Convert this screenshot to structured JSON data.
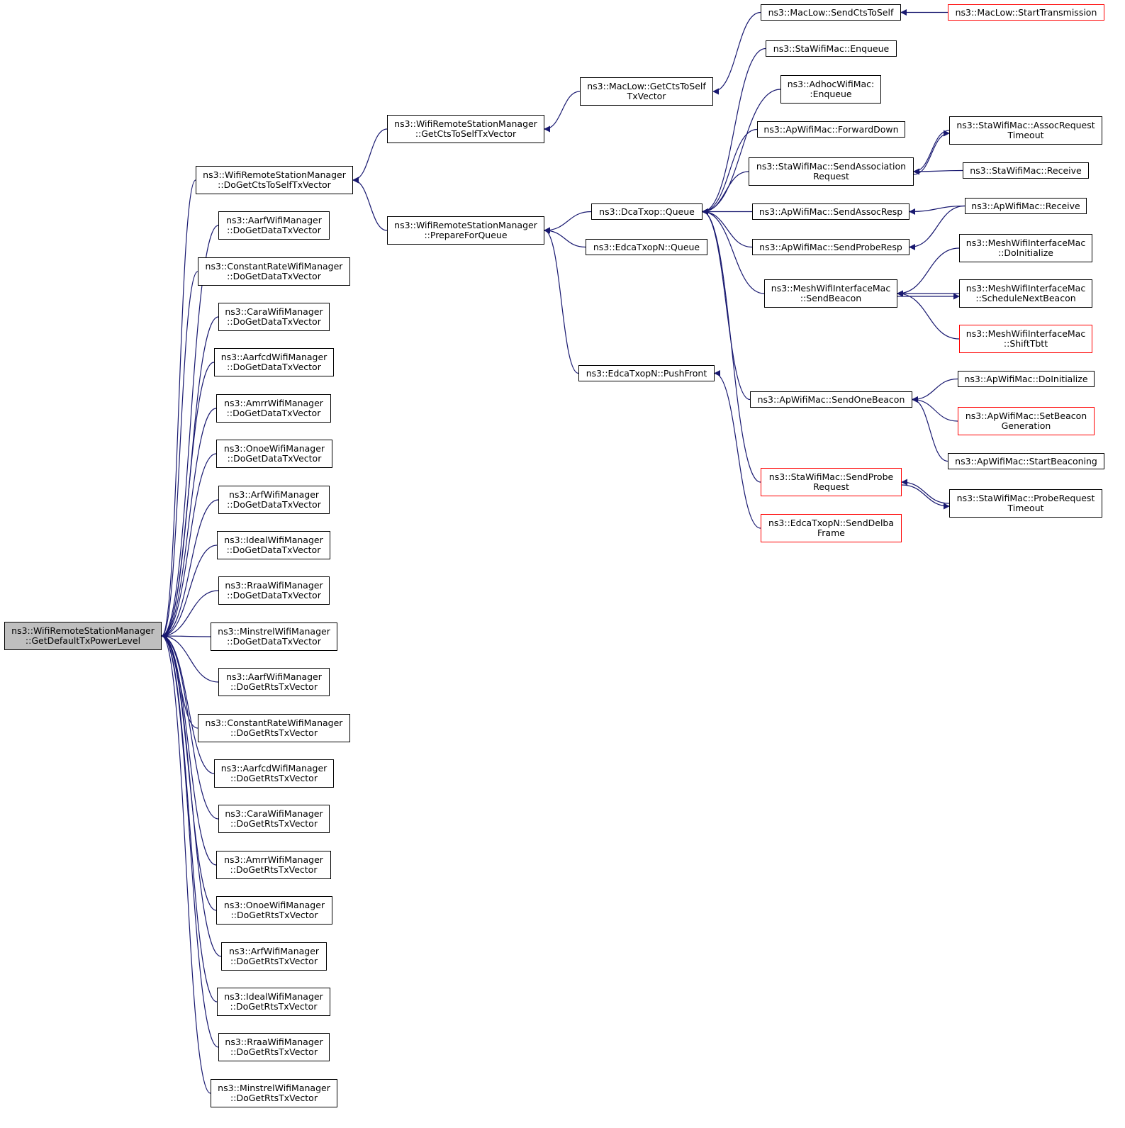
{
  "colors": {
    "edge": "#191970",
    "box_border": "#000000",
    "truncated_border": "#ff0000",
    "root_fill": "#bfbfbf"
  },
  "nodes": [
    {
      "id": "root",
      "lines": [
        "ns3::WifiRemoteStationManager",
        "::GetDefaultTxPowerLevel"
      ],
      "root": true
    },
    {
      "id": "doGetCts",
      "lines": [
        "ns3::WifiRemoteStationManager",
        "::DoGetCtsToSelfTxVector"
      ]
    },
    {
      "id": "aarfData",
      "lines": [
        "ns3::AarfWifiManager",
        "::DoGetDataTxVector"
      ]
    },
    {
      "id": "constData",
      "lines": [
        "ns3::ConstantRateWifiManager",
        "::DoGetDataTxVector"
      ]
    },
    {
      "id": "caraData",
      "lines": [
        "ns3::CaraWifiManager",
        "::DoGetDataTxVector"
      ]
    },
    {
      "id": "aarfcdData",
      "lines": [
        "ns3::AarfcdWifiManager",
        "::DoGetDataTxVector"
      ]
    },
    {
      "id": "amrrData",
      "lines": [
        "ns3::AmrrWifiManager",
        "::DoGetDataTxVector"
      ]
    },
    {
      "id": "onoeData",
      "lines": [
        "ns3::OnoeWifiManager",
        "::DoGetDataTxVector"
      ]
    },
    {
      "id": "arfData",
      "lines": [
        "ns3::ArfWifiManager",
        "::DoGetDataTxVector"
      ]
    },
    {
      "id": "idealData",
      "lines": [
        "ns3::IdealWifiManager",
        "::DoGetDataTxVector"
      ]
    },
    {
      "id": "rraaData",
      "lines": [
        "ns3::RraaWifiManager",
        "::DoGetDataTxVector"
      ]
    },
    {
      "id": "minstrelData",
      "lines": [
        "ns3::MinstrelWifiManager",
        "::DoGetDataTxVector"
      ]
    },
    {
      "id": "aarfRts",
      "lines": [
        "ns3::AarfWifiManager",
        "::DoGetRtsTxVector"
      ]
    },
    {
      "id": "constRts",
      "lines": [
        "ns3::ConstantRateWifiManager",
        "::DoGetRtsTxVector"
      ]
    },
    {
      "id": "aarfcdRts",
      "lines": [
        "ns3::AarfcdWifiManager",
        "::DoGetRtsTxVector"
      ]
    },
    {
      "id": "caraRts",
      "lines": [
        "ns3::CaraWifiManager",
        "::DoGetRtsTxVector"
      ]
    },
    {
      "id": "amrrRts",
      "lines": [
        "ns3::AmrrWifiManager",
        "::DoGetRtsTxVector"
      ]
    },
    {
      "id": "onoeRts",
      "lines": [
        "ns3::OnoeWifiManager",
        "::DoGetRtsTxVector"
      ]
    },
    {
      "id": "arfRts",
      "lines": [
        "ns3::ArfWifiManager",
        "::DoGetRtsTxVector"
      ]
    },
    {
      "id": "idealRts",
      "lines": [
        "ns3::IdealWifiManager",
        "::DoGetRtsTxVector"
      ]
    },
    {
      "id": "rraaRts",
      "lines": [
        "ns3::RraaWifiManager",
        "::DoGetRtsTxVector"
      ]
    },
    {
      "id": "minstrelRts",
      "lines": [
        "ns3::MinstrelWifiManager",
        "::DoGetRtsTxVector"
      ]
    },
    {
      "id": "getCtsWrsm",
      "lines": [
        "ns3::WifiRemoteStationManager",
        "::GetCtsToSelfTxVector"
      ]
    },
    {
      "id": "prepare",
      "lines": [
        "ns3::WifiRemoteStationManager",
        "::PrepareForQueue"
      ]
    },
    {
      "id": "macLowGetCts",
      "lines": [
        "ns3::MacLow::GetCtsToSelf",
        "TxVector"
      ]
    },
    {
      "id": "dcaQueue",
      "lines": [
        "ns3::DcaTxop::Queue"
      ]
    },
    {
      "id": "edcaQueue",
      "lines": [
        "ns3::EdcaTxopN::Queue"
      ]
    },
    {
      "id": "pushFront",
      "lines": [
        "ns3::EdcaTxopN::PushFront"
      ]
    },
    {
      "id": "sendCts",
      "lines": [
        "ns3::MacLow::SendCtsToSelf"
      ]
    },
    {
      "id": "startTx",
      "lines": [
        "ns3::MacLow::StartTransmission"
      ],
      "truncated": true
    },
    {
      "id": "staEnqueue",
      "lines": [
        "ns3::StaWifiMac::Enqueue"
      ]
    },
    {
      "id": "adhocEnqueue",
      "lines": [
        "ns3::AdhocWifiMac:",
        ":Enqueue"
      ]
    },
    {
      "id": "apForward",
      "lines": [
        "ns3::ApWifiMac::ForwardDown"
      ]
    },
    {
      "id": "staSendAssoc",
      "lines": [
        "ns3::StaWifiMac::SendAssociation",
        "Request"
      ]
    },
    {
      "id": "apSendAssocResp",
      "lines": [
        "ns3::ApWifiMac::SendAssocResp"
      ]
    },
    {
      "id": "apSendProbeResp",
      "lines": [
        "ns3::ApWifiMac::SendProbeResp"
      ]
    },
    {
      "id": "meshSendBeacon",
      "lines": [
        "ns3::MeshWifiInterfaceMac",
        "::SendBeacon"
      ]
    },
    {
      "id": "apSendOneBeacon",
      "lines": [
        "ns3::ApWifiMac::SendOneBeacon"
      ]
    },
    {
      "id": "staSendProbe",
      "lines": [
        "ns3::StaWifiMac::SendProbe",
        "Request"
      ],
      "truncated": true
    },
    {
      "id": "sendDelba",
      "lines": [
        "ns3::EdcaTxopN::SendDelba",
        "Frame"
      ],
      "truncated": true
    },
    {
      "id": "staAssocTimeout",
      "lines": [
        "ns3::StaWifiMac::AssocRequest",
        "Timeout"
      ]
    },
    {
      "id": "staReceive",
      "lines": [
        "ns3::StaWifiMac::Receive"
      ]
    },
    {
      "id": "apReceive",
      "lines": [
        "ns3::ApWifiMac::Receive"
      ]
    },
    {
      "id": "meshDoInit",
      "lines": [
        "ns3::MeshWifiInterfaceMac",
        "::DoInitialize"
      ]
    },
    {
      "id": "meshSchedule",
      "lines": [
        "ns3::MeshWifiInterfaceMac",
        "::ScheduleNextBeacon"
      ]
    },
    {
      "id": "meshShift",
      "lines": [
        "ns3::MeshWifiInterfaceMac",
        "::ShiftTbtt"
      ],
      "truncated": true
    },
    {
      "id": "apDoInit",
      "lines": [
        "ns3::ApWifiMac::DoInitialize"
      ]
    },
    {
      "id": "apSetBeacon",
      "lines": [
        "ns3::ApWifiMac::SetBeacon",
        "Generation"
      ],
      "truncated": true
    },
    {
      "id": "apStartBeacon",
      "lines": [
        "ns3::ApWifiMac::StartBeaconing"
      ]
    },
    {
      "id": "staProbeTimeout",
      "lines": [
        "ns3::StaWifiMac::ProbeRequest",
        "Timeout"
      ]
    }
  ],
  "edges": [
    [
      "doGetCts",
      "root"
    ],
    [
      "aarfData",
      "root"
    ],
    [
      "constData",
      "root"
    ],
    [
      "caraData",
      "root"
    ],
    [
      "aarfcdData",
      "root"
    ],
    [
      "amrrData",
      "root"
    ],
    [
      "onoeData",
      "root"
    ],
    [
      "arfData",
      "root"
    ],
    [
      "idealData",
      "root"
    ],
    [
      "rraaData",
      "root"
    ],
    [
      "minstrelData",
      "root"
    ],
    [
      "aarfRts",
      "root"
    ],
    [
      "constRts",
      "root"
    ],
    [
      "aarfcdRts",
      "root"
    ],
    [
      "caraRts",
      "root"
    ],
    [
      "amrrRts",
      "root"
    ],
    [
      "onoeRts",
      "root"
    ],
    [
      "arfRts",
      "root"
    ],
    [
      "idealRts",
      "root"
    ],
    [
      "rraaRts",
      "root"
    ],
    [
      "minstrelRts",
      "root"
    ],
    [
      "getCtsWrsm",
      "doGetCts"
    ],
    [
      "prepare",
      "doGetCts"
    ],
    [
      "macLowGetCts",
      "getCtsWrsm"
    ],
    [
      "dcaQueue",
      "prepare"
    ],
    [
      "edcaQueue",
      "prepare"
    ],
    [
      "pushFront",
      "prepare"
    ],
    [
      "sendCts",
      "macLowGetCts"
    ],
    [
      "startTx",
      "sendCts"
    ],
    [
      "staEnqueue",
      "dcaQueue"
    ],
    [
      "adhocEnqueue",
      "dcaQueue"
    ],
    [
      "apForward",
      "dcaQueue"
    ],
    [
      "staSendAssoc",
      "dcaQueue"
    ],
    [
      "apSendAssocResp",
      "dcaQueue"
    ],
    [
      "apSendProbeResp",
      "dcaQueue"
    ],
    [
      "meshSendBeacon",
      "dcaQueue"
    ],
    [
      "apSendOneBeacon",
      "dcaQueue"
    ],
    [
      "staSendProbe",
      "dcaQueue"
    ],
    [
      "sendDelba",
      "pushFront"
    ],
    [
      "staAssocTimeout",
      "staSendAssoc"
    ],
    [
      "staReceive",
      "staSendAssoc"
    ],
    [
      "staSendAssoc",
      "staAssocTimeout"
    ],
    [
      "apReceive",
      "apSendAssocResp"
    ],
    [
      "apReceive",
      "apSendProbeResp"
    ],
    [
      "meshDoInit",
      "meshSendBeacon"
    ],
    [
      "meshSchedule",
      "meshSendBeacon"
    ],
    [
      "meshShift",
      "meshSendBeacon"
    ],
    [
      "meshSendBeacon",
      "meshSchedule"
    ],
    [
      "apDoInit",
      "apSendOneBeacon"
    ],
    [
      "apSetBeacon",
      "apSendOneBeacon"
    ],
    [
      "apStartBeacon",
      "apSendOneBeacon"
    ],
    [
      "staProbeTimeout",
      "staSendProbe"
    ],
    [
      "staSendProbe",
      "staProbeTimeout"
    ]
  ]
}
